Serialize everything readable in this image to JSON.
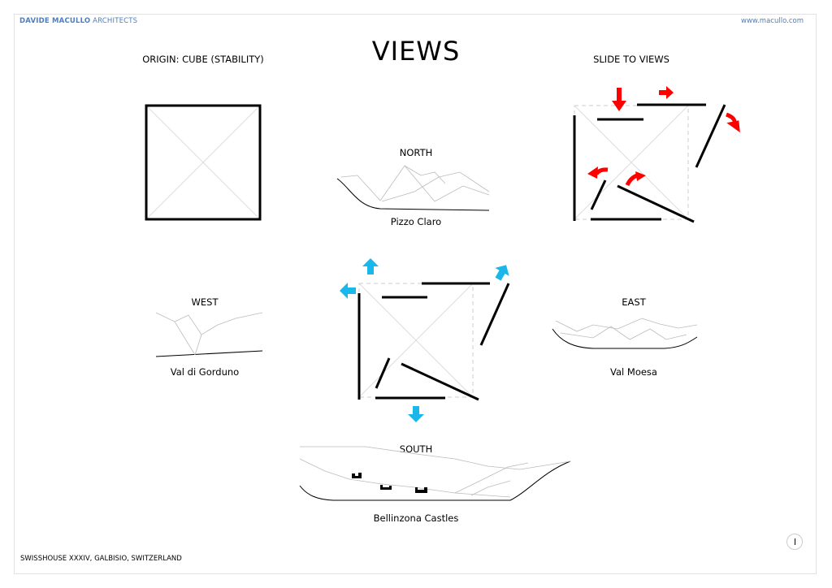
{
  "header": {
    "brand_name": "DAVIDE MACULLO",
    "brand_sub": "ARCHITECTS",
    "website": "www.macullo.com"
  },
  "title": "VIEWS",
  "labels": {
    "origin": "ORIGIN: CUBE (STABILITY)",
    "slide": "SLIDE TO VIEWS",
    "north": "NORTH",
    "north_place": "Pizzo Claro",
    "west": "WEST",
    "west_place": "Val di Gorduno",
    "east": "EAST",
    "east_place": "Val Moesa",
    "south": "SOUTH",
    "south_place": "Bellinzona Castles"
  },
  "footer": "SWISSHOUSE XXXIV, GALBISIO, SWITZERLAND",
  "colors": {
    "brand": "#4a7fc1",
    "slide_arrows": "#ff0000",
    "view_arrows": "#1ab8ea"
  },
  "icons": [
    "north-arrow-icon"
  ]
}
